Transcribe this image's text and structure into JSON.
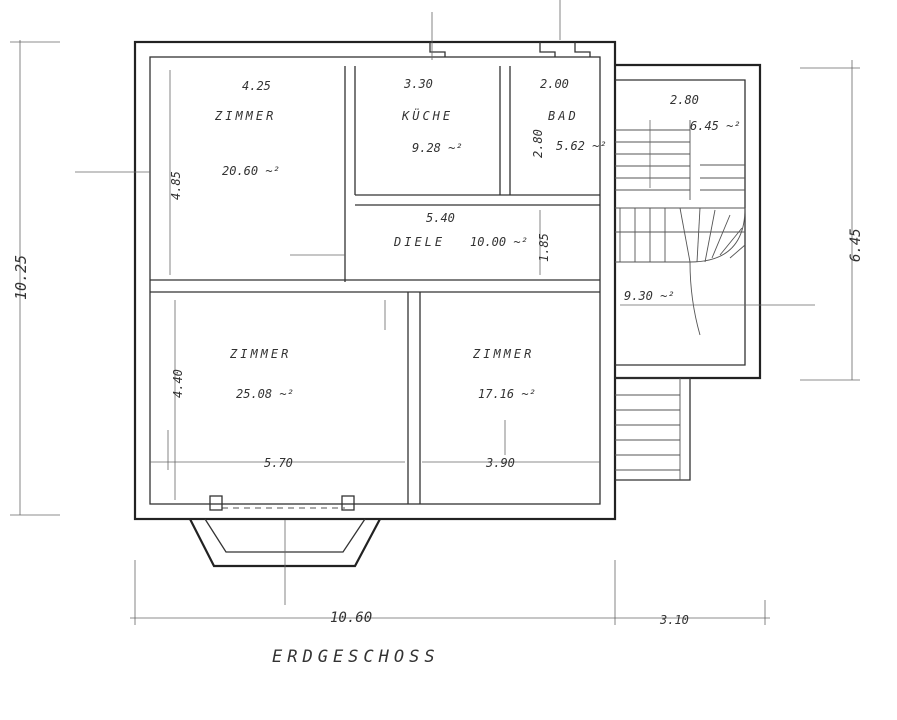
{
  "floor_title": "ERDGESCHOSS",
  "rooms": {
    "zimmer_nw": {
      "name": "ZIMMER",
      "width": "4.25",
      "depth": "4.85",
      "area": "20.60 ~²"
    },
    "kueche": {
      "name": "KÜCHE",
      "width": "3.30",
      "area": "9.28 ~²"
    },
    "bad": {
      "name": "BAD",
      "width": "2.00",
      "depth": "2.80",
      "area": "5.62 ~²"
    },
    "diele": {
      "name": "DIELE",
      "width": "5.40",
      "depth": "1.85",
      "area": "10.00 ~²"
    },
    "stair_upper": {
      "width": "2.80",
      "area": "6.45 ~²"
    },
    "stair": {
      "area": "9.30 ~²"
    },
    "zimmer_sw": {
      "name": "ZIMMER",
      "width": "5.70",
      "depth": "4.40",
      "area": "25.08 ~²"
    },
    "zimmer_se": {
      "name": "ZIMMER",
      "width": "3.90",
      "area": "17.16 ~²"
    }
  },
  "overall": {
    "width": "10.60",
    "height": "10.25",
    "annex_width": "3.10",
    "annex_height": "6.45"
  }
}
